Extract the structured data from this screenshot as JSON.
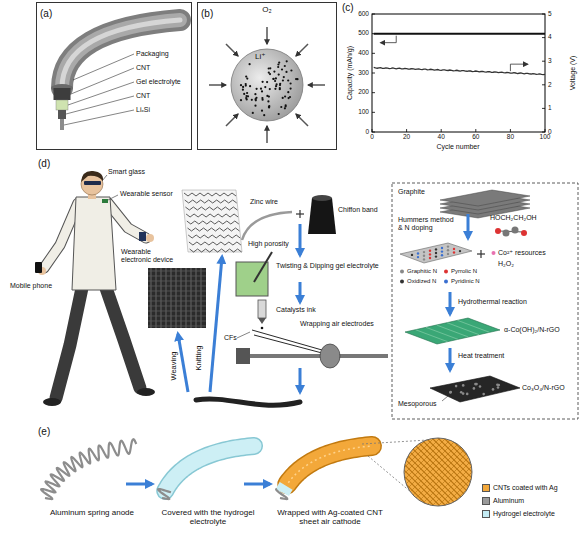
{
  "diagram": {
    "nodes": [
      {
        "text": [
          "(a)"
        ]
      },
      {
        "text": [
          "(b)"
        ]
      }
    ],
    "labels": [
      "Packaging",
      "CNT",
      "Gel electrolyte",
      "CNT",
      "LiₓSi",
      "O₂",
      "Li⁺",
      "(c)",
      "0",
      "100",
      "200",
      "300",
      "400",
      "500",
      "600",
      "0",
      "1",
      "2",
      "3",
      "4",
      "5",
      "0",
      "20",
      "40",
      "60",
      "80",
      "100",
      "Capacity (mAh/g)",
      "Voltage (V)",
      "Cycle number",
      "(d)",
      "Smart glass",
      "Wearable sensor",
      "Wearable electronic device",
      "Mobile phone",
      "Knitting",
      "Weaving",
      "Zinc wire",
      "Chiffon band",
      "High porosity",
      "Twisting & Dipping gel electrolyte",
      "Catalysts ink",
      "CFs",
      "Wrapping air electrodes",
      "Graphite",
      "Hummers method & N doping",
      "HOCH₂CH₂OH",
      "Graphitic N",
      "Pyrrolic N",
      "Oxidized N",
      "Pyridinic N",
      "Co²⁺ resources",
      "H₂O₂",
      "Hydrothermal reaction",
      "α-Co(OH)₂/N-rGO",
      "Mesoporous",
      "Heat treatment",
      "Co₃O₄/N-rGO",
      "(e)",
      "Aluminum spring anode",
      "Covered with the hydrogel electrolyte",
      "Wrapped with Ag-coated CNT sheet air cathode"
    ],
    "legend": [
      {
        "text": "CNTs coated with Ag",
        "color": "#f3a83a"
      },
      {
        "text": "Aluminum",
        "color": "#9a9a9a"
      },
      {
        "text": "Hydrogel electrolyte",
        "color": "#c4ecf4"
      }
    ]
  }
}
